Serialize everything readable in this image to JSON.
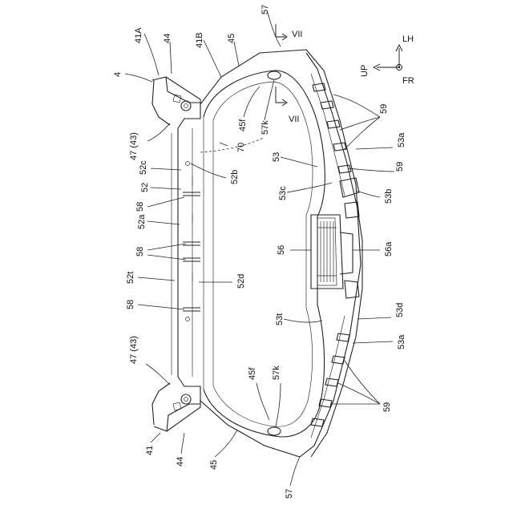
{
  "labels": {
    "l4": "4",
    "l41a": "41A",
    "l44top": "44",
    "l41b": "41B",
    "l45top": "45",
    "l57top": "57",
    "l47top": "47 (43)",
    "l52c": "52c",
    "l52": "52",
    "l52b": "52b",
    "l58a": "58",
    "l52a": "52a",
    "l58b": "58",
    "l52t": "52t",
    "l52d": "52d",
    "l58c": "58",
    "l47bot": "47 (43)",
    "l41": "41",
    "l44bot": "44",
    "l45bot": "45",
    "l57bot": "57",
    "l45ftop": "45f",
    "l57ktop": "57k",
    "l70": "70",
    "l53": "53",
    "l53c": "53c",
    "l56": "56",
    "l53t": "53t",
    "l45fbot": "45f",
    "l57kbot": "57k",
    "l59top": "59",
    "l53atop": "53a",
    "l59mid": "59",
    "l53b": "53b",
    "l56a": "56a",
    "l53d": "53d",
    "l53abot": "53a",
    "l59bot": "59"
  },
  "section": {
    "top": "VII",
    "bottom": "VII"
  },
  "axes": {
    "up": "UP",
    "lh": "LH",
    "fr": "FR"
  }
}
